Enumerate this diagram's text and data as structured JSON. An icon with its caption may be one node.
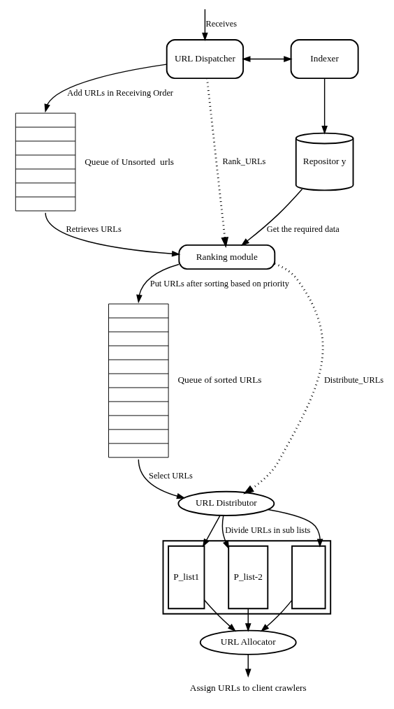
{
  "diagram": {
    "nodes": [
      {
        "text": [
          "URL Dispatcher"
        ]
      },
      {
        "text": [
          "Indexer"
        ]
      },
      {
        "text": [],
        "shape": "box",
        "beside": [
          "Queue of Unsorted  urls"
        ]
      },
      {
        "text": [
          "Repositor y"
        ]
      },
      {
        "text": [
          "Ranking module"
        ]
      },
      {
        "text": [],
        "shape": "box",
        "beside": [
          "Queue of sorted URLs"
        ]
      },
      {
        "text": [
          "URL Distributor"
        ]
      },
      {
        "text": [],
        "shape": "box"
      },
      {
        "text": [
          "P_list1"
        ],
        "in": 7
      },
      {
        "text": [
          "P_list-2"
        ],
        "in": 7
      },
      {
        "text": [],
        "shape": "box",
        "in": 7
      },
      {
        "text": [
          "URL Allocator"
        ]
      },
      {
        "text": [
          "Assign URLs to client crawlers"
        ]
      }
    ],
    "edges": [
      {
        "from": null,
        "to": 0,
        "arrow": "to",
        "label": "Receives"
      },
      {
        "from": 0,
        "to": 1,
        "arrow": "both"
      },
      {
        "from": 0,
        "to": 2,
        "arrow": "to",
        "label": "Add URLs in Receiving Order"
      },
      {
        "from": 1,
        "to": 3,
        "arrow": "to"
      },
      {
        "from": 0,
        "to": 4,
        "arrow": "to",
        "style": "dashed",
        "label": "Rank_URLs"
      },
      {
        "from": 2,
        "to": 4,
        "arrow": "to",
        "label": "Retrieves URLs"
      },
      {
        "from": 3,
        "to": 4,
        "arrow": "to",
        "label": "Get the required data"
      },
      {
        "from": 4,
        "to": 5,
        "arrow": "to",
        "label": "Put URLs after sorting based on priority"
      },
      {
        "from": 4,
        "to": 6,
        "arrow": "to",
        "style": "dashed",
        "label": "Distribute_URLs"
      },
      {
        "from": 5,
        "to": 6,
        "arrow": "to",
        "label": "Select URLs"
      },
      {
        "from": 6,
        "to": 8,
        "arrow": "to"
      },
      {
        "from": 6,
        "to": 9,
        "arrow": "to",
        "label": "Divide URLs in sub lists"
      },
      {
        "from": 6,
        "to": 10,
        "arrow": "to"
      },
      {
        "from": 8,
        "to": 11,
        "arrow": "to"
      },
      {
        "from": 9,
        "to": 11,
        "arrow": "to"
      },
      {
        "from": 10,
        "to": 11,
        "arrow": "to"
      },
      {
        "from": 11,
        "to": 12,
        "arrow": "to"
      }
    ]
  }
}
